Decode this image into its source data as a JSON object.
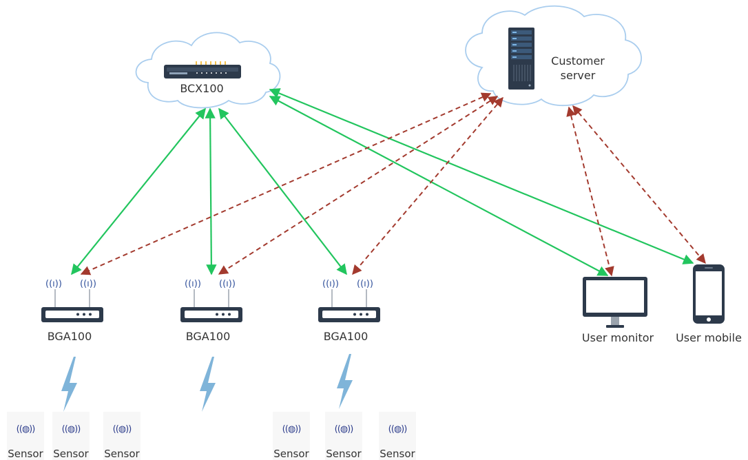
{
  "nodes": {
    "bcx": {
      "label": "BCX100"
    },
    "customer_server": {
      "label_line1": "Customer",
      "label_line2": "server"
    },
    "gateways": [
      {
        "label": "BGA100"
      },
      {
        "label": "BGA100"
      },
      {
        "label": "BGA100"
      }
    ],
    "user_monitor": {
      "label": "User monitor"
    },
    "user_mobile": {
      "label": "User mobile"
    }
  },
  "sensors": [
    {
      "label": "Sensor"
    },
    {
      "label": "Sensor"
    },
    {
      "label": "Sensor"
    },
    {
      "label": "Sensor"
    },
    {
      "label": "Sensor"
    },
    {
      "label": "Sensor"
    }
  ],
  "colors": {
    "solid_link": "#22c55e",
    "dashed_link": "#a33a2e",
    "cloud_stroke": "#a9cdee",
    "device_dark": "#2d3a4b",
    "lightning": "#7fb4d9"
  },
  "icons": {
    "bcx": "switch-icon",
    "server": "server-tower-icon",
    "gateway": "router-icon",
    "monitor": "monitor-icon",
    "mobile": "smartphone-icon",
    "wireless": "lightning-bolt-icon",
    "sensor": "sensor-icon"
  }
}
